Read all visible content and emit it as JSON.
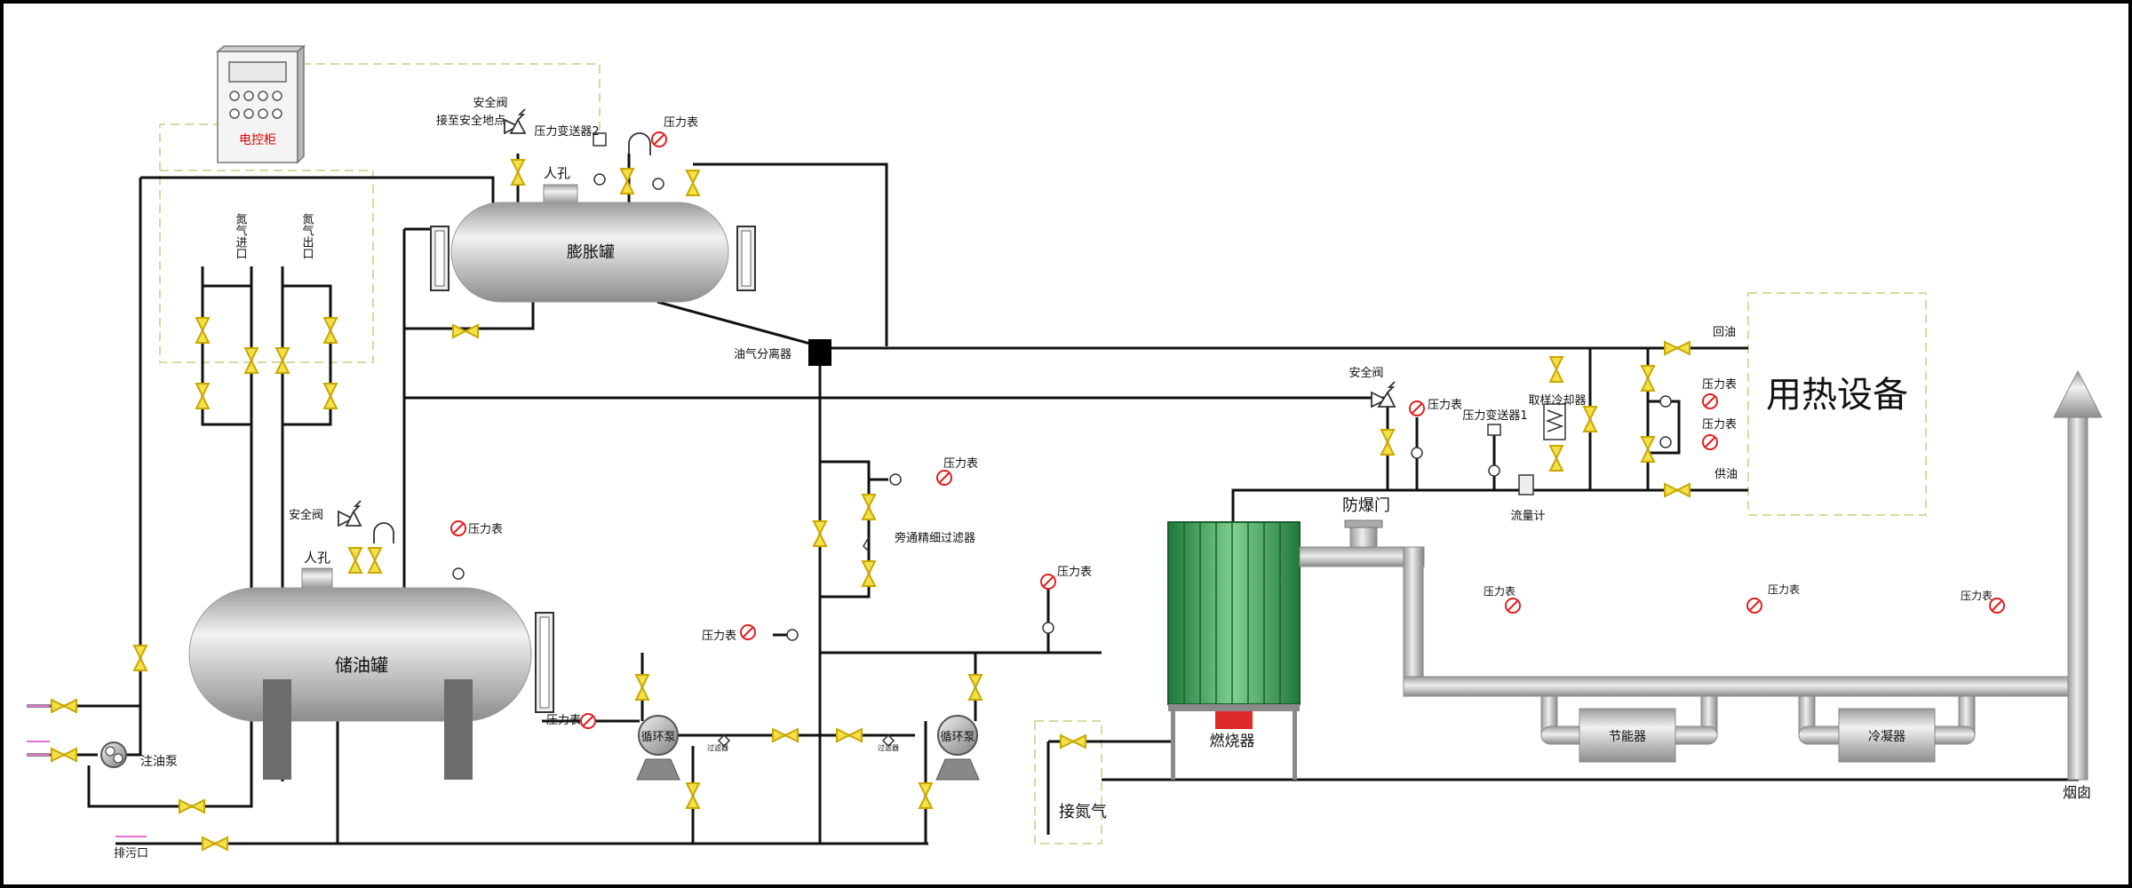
{
  "colors": {
    "pipe": "#111111",
    "signal": "#d8d8a0",
    "valve_fill": "#f4e04a",
    "valve_stroke": "#c9a800",
    "gauge_red": "#e02020",
    "vessel_gray": "#b9b9b9",
    "furnace_green": "#2f9a50",
    "burner_red": "#e02a2a",
    "cabinet_text": "#e00000"
  },
  "icons": [
    "valve-icon",
    "pressure-gauge-icon",
    "safety-valve-icon",
    "pump-icon",
    "y-strainer-icon"
  ],
  "labels": {
    "control_cabinet": "电控柜",
    "safety_valve_top": "安全阀",
    "to_safe_place": "接至安全地点",
    "pressure_transmitter_2": "压力变送器2",
    "pressure_gauge": "压力表",
    "manhole_top": "人孔",
    "expansion_tank": "膨胀罐",
    "nitrogen_inlet": "氮气进口",
    "nitrogen_outlet": "氮气出口",
    "oil_gas_separator": "油气分离器",
    "safety_valve_mid": "安全阀",
    "manhole_low": "人孔",
    "storage_tank": "储油罐",
    "bypass_filter": "旁通精细过滤器",
    "circulation_pump": "循环泵",
    "filter": "过滤器",
    "oil_fill_pump": "注油泵",
    "drain_outlet": "排污口",
    "nitrogen_connect": "接氮气",
    "explosion_door": "防爆门",
    "burner": "燃烧器",
    "safety_valve_right": "安全阀",
    "pressure_transmitter_1": "压力变送器1",
    "sample_cooler": "取样冷却器",
    "flow_meter": "流量计",
    "return_oil": "回油",
    "supply_oil": "供油",
    "heat_equipment": "用热设备",
    "economizer": "节能器",
    "condenser": "冷凝器",
    "chimney": "烟囱"
  }
}
